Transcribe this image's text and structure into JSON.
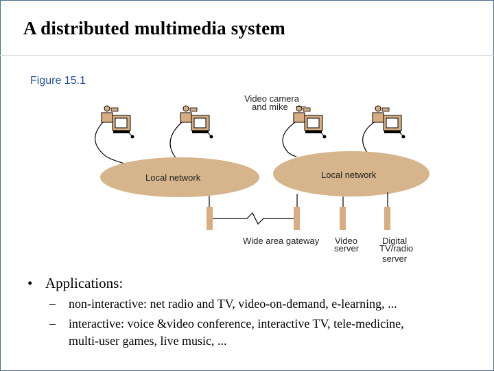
{
  "slide": {
    "title": "A distributed multimedia system",
    "figure_label": "Figure 15.1"
  },
  "diagram": {
    "camera_label_line1": "Video camera",
    "camera_label_line2": "and mike",
    "network_left": "Local network",
    "network_right": "Local network",
    "gateway_label": "Wide area gateway",
    "video_server_line1": "Video",
    "video_server_line2": "server",
    "digital_line1": "Digital",
    "digital_line2": "TV/radio",
    "digital_line3": "server",
    "colors": {
      "network_fill": "#d6b58c",
      "device_fill": "#d8ad80",
      "line": "#000000"
    }
  },
  "bullets": {
    "heading": "Applications:",
    "bullet_glyph": "•",
    "dash_glyph": "–",
    "items": [
      "non-interactive: net radio and TV, video-on-demand, e-learning, ...",
      "interactive: voice &video conference, interactive TV, tele-medicine,",
      "multi-user games, live music, ..."
    ]
  }
}
